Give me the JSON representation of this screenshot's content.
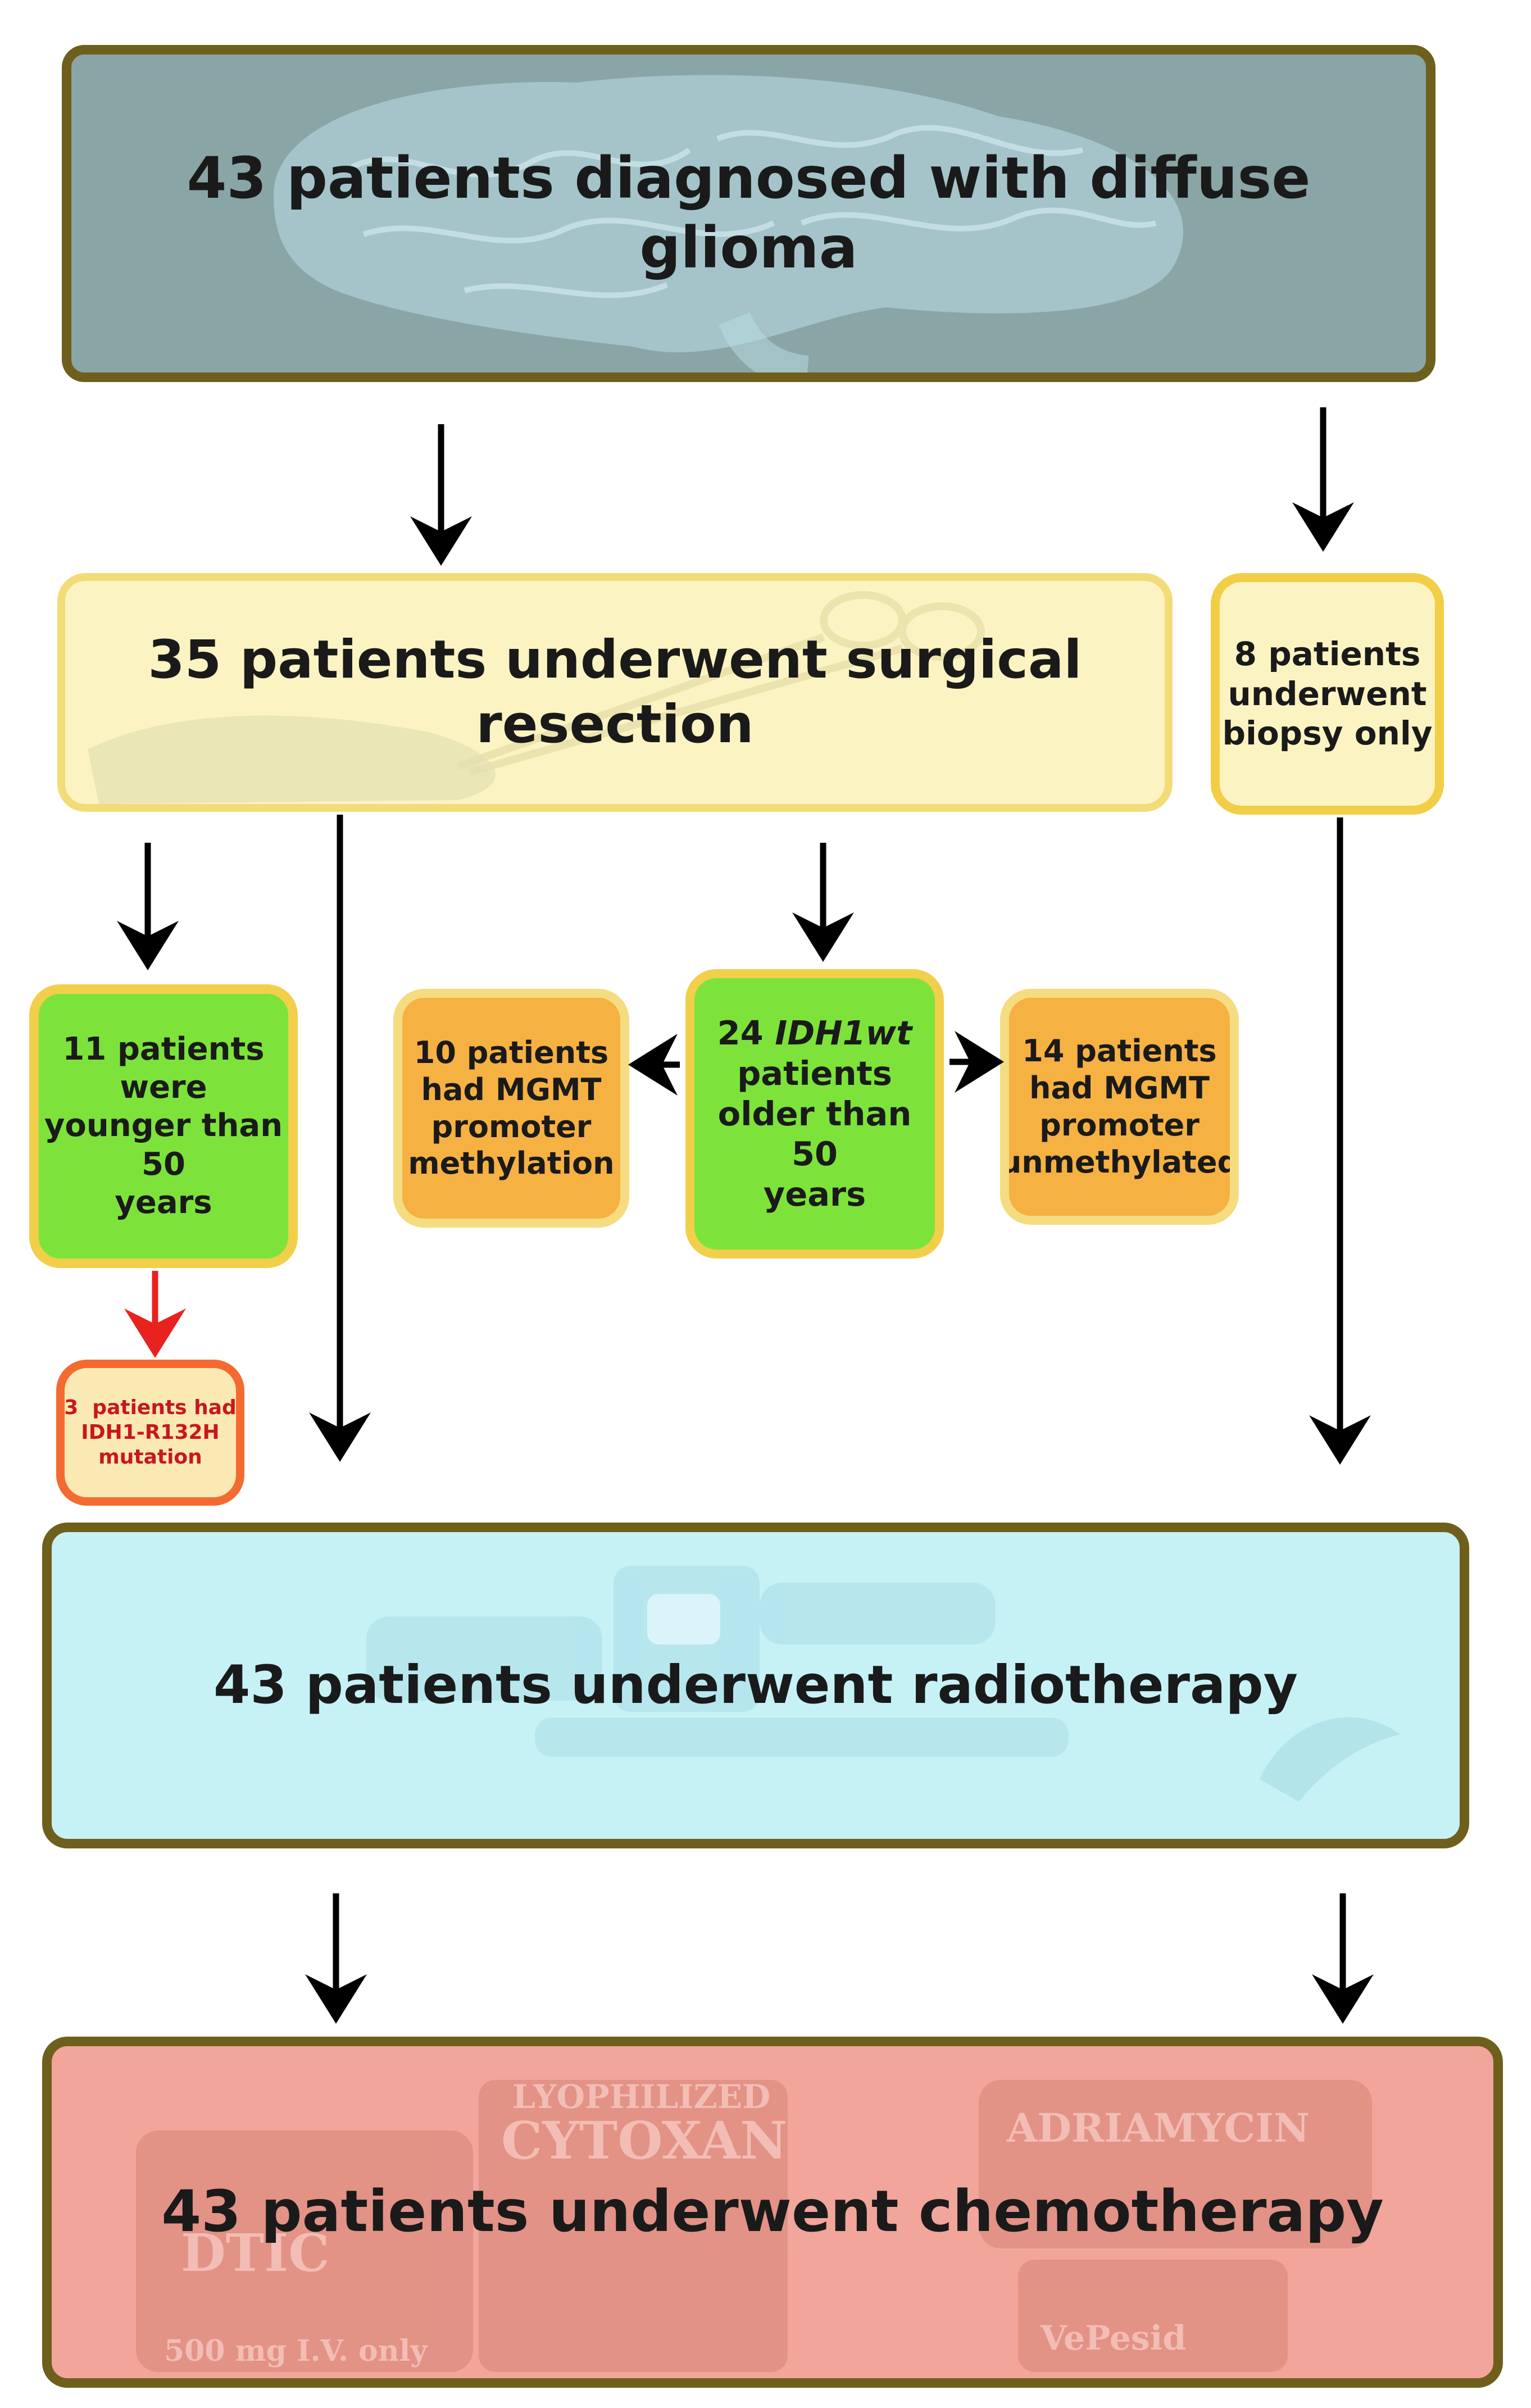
{
  "diagnosed": "43 patients diagnosed with diffuse glioma",
  "resection": "35 patients underwent surgical resection",
  "biopsy": [
    "8 patients",
    "underwent",
    "biopsy only"
  ],
  "younger": [
    "11 patients were",
    "younger than 50",
    "years"
  ],
  "idh1wt": {
    "count": "24",
    "gene": "IDH1wt",
    "rest": [
      "patients",
      "older than 50",
      "years"
    ]
  },
  "methylated": [
    "10 patients",
    "had MGMT",
    "promoter",
    "methylation"
  ],
  "unmethylated": [
    "14 patients",
    "had MGMT",
    "promoter",
    "unmethylated"
  ],
  "r132h": [
    "3  patients had",
    "IDH1-R132H",
    "mutation"
  ],
  "radiotherapy": "43 patients underwent radiotherapy",
  "chemotherapy": "43 patients underwent chemotherapy",
  "chemo_bg_text": [
    "LYOPHILIZED",
    "CYTOXAN",
    "ADRIAMYCIN",
    "DTIC",
    "500 mg   I.V. only",
    "VePesid"
  ],
  "colors": {
    "arrow": "#000000",
    "mutation_arrow": "#e8231f",
    "green_box": "#7de33a",
    "orange_box": "#f6b143"
  }
}
